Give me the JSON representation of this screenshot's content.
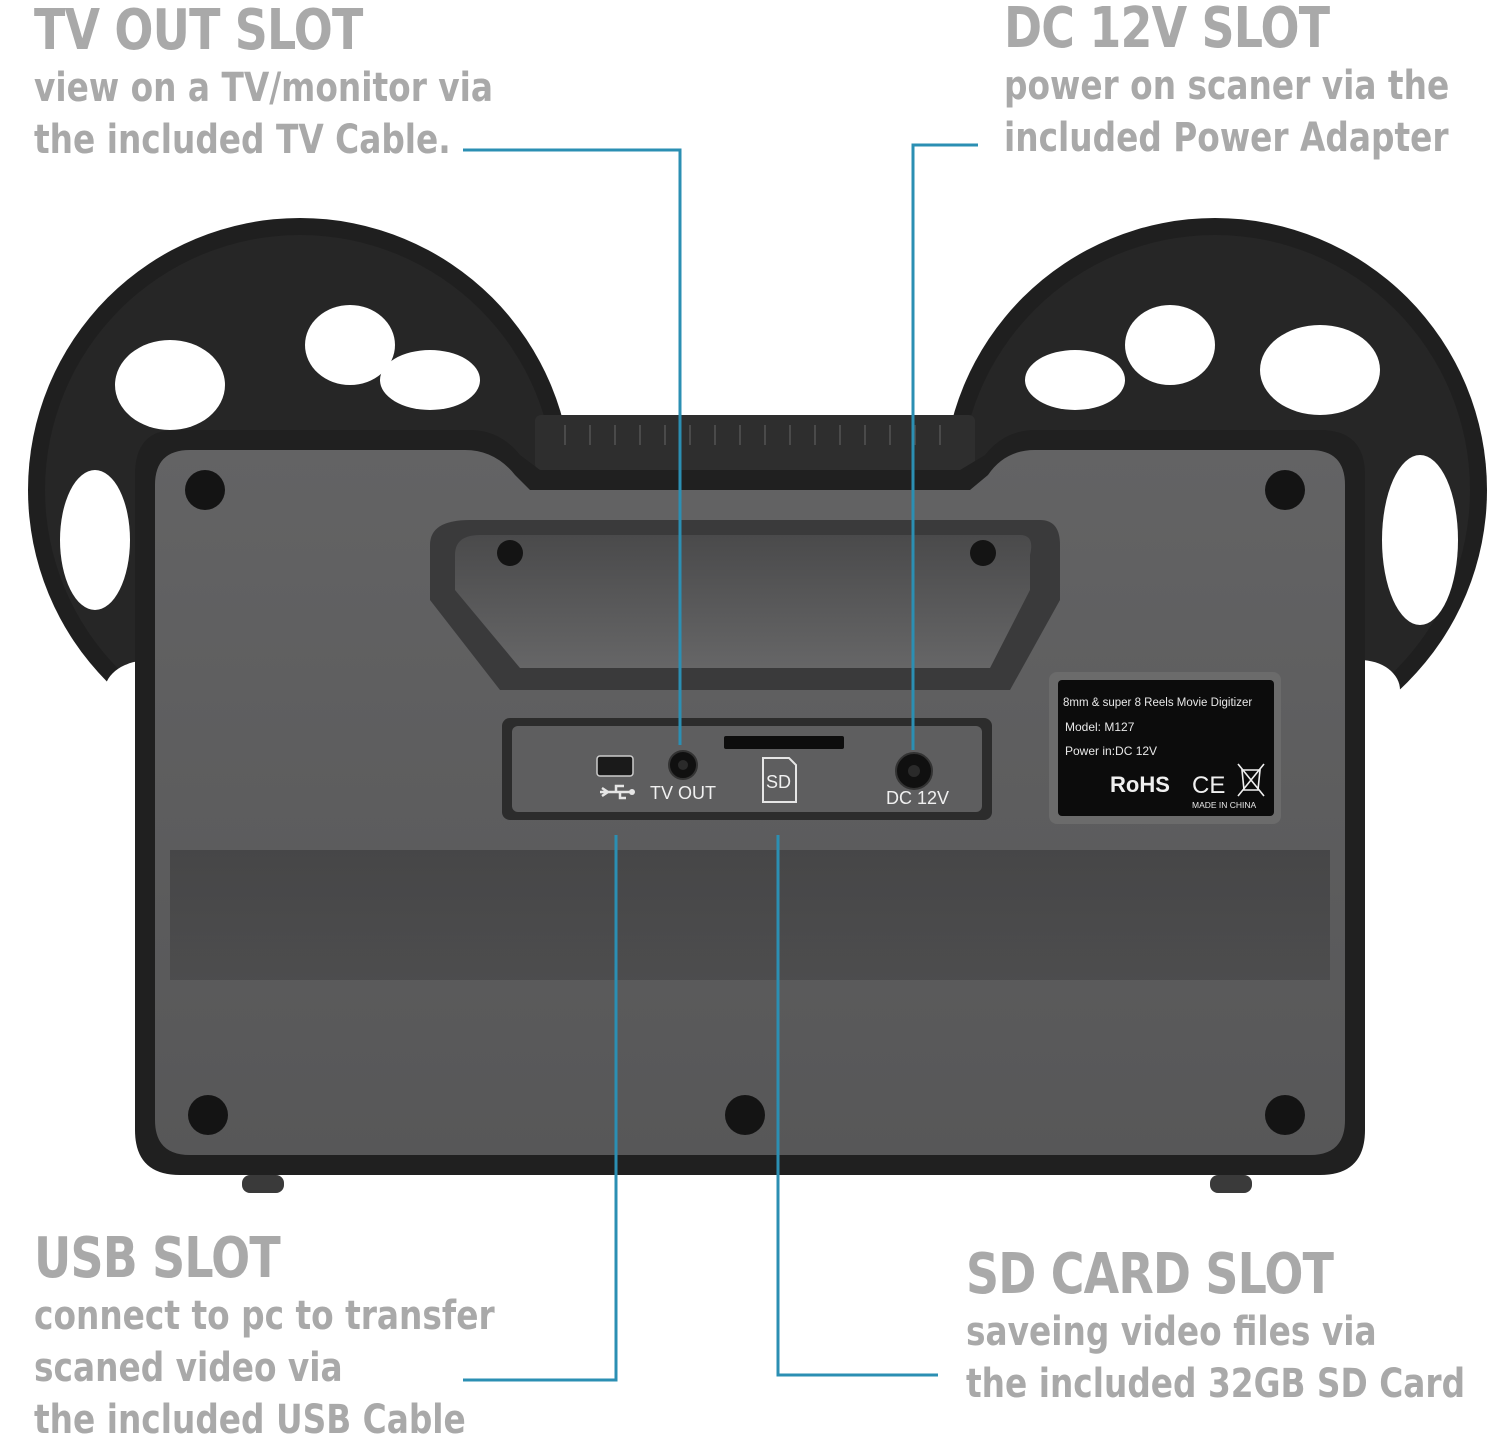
{
  "callouts": {
    "tv_out": {
      "title": "TV OUT SLOT",
      "lines": [
        "view on a TV/monitor via",
        "the included TV Cable."
      ]
    },
    "dc_12v": {
      "title": "DC 12V SLOT",
      "lines": [
        "power on scaner via the",
        "included Power Adapter"
      ]
    },
    "usb": {
      "title": "USB SLOT",
      "lines": [
        "connect to pc to transfer",
        "scaned video via",
        "the included USB Cable"
      ]
    },
    "sd_card": {
      "title": "SD CARD SLOT",
      "lines": [
        "saveing video files via",
        "the included 32GB SD Card"
      ]
    }
  },
  "device": {
    "port_labels": {
      "tv_out": "TV OUT",
      "sd": "SD",
      "dc": "DC 12V"
    },
    "label_plate": {
      "line1": "8mm & super 8 Reels Movie Digitizer",
      "line2": "Model: M127",
      "line3": "Power in:DC 12V",
      "rohs": "RoHS",
      "ce": "CE",
      "made_in": "MADE IN CHINA"
    }
  },
  "colors": {
    "callout_text": "#a9a9a9",
    "leader_line": "#2b8fb3",
    "body_dark": "#2a2a2a",
    "panel_gray": "#5b5b5c"
  }
}
